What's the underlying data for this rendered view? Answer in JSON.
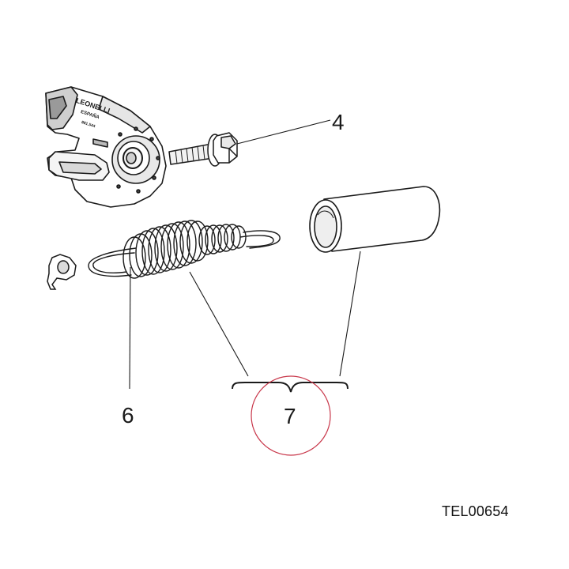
{
  "figure": {
    "callouts": [
      {
        "id": "4",
        "text": "4"
      },
      {
        "id": "6",
        "text": "6"
      },
      {
        "id": "7",
        "text": "7"
      }
    ],
    "reference_code": "TEL00654",
    "bracket_highlight_color": "#c8374a"
  },
  "casting_markings": {
    "line1": "LEONELLI",
    "line2": "ESPAÑA",
    "line3": "881.544"
  }
}
